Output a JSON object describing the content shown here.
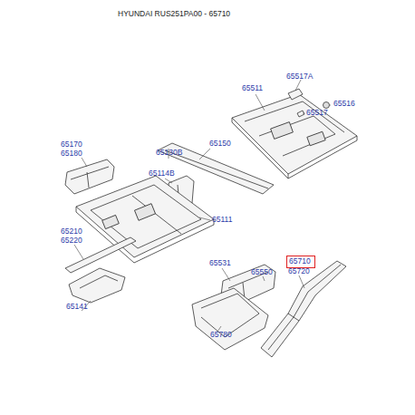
{
  "diagram": {
    "title": "HYUNDAI RUS251PA00 - 65710",
    "nodes": [
      {
        "text": [
          "65710"
        ]
      }
    ],
    "labels": [
      "65517A",
      "65511",
      "65516",
      "65517",
      "65170",
      "65180",
      "65130B",
      "65150",
      "65114B",
      "65111",
      "65210",
      "65220",
      "65141",
      "65531",
      "65550",
      "65720",
      "65780"
    ]
  }
}
